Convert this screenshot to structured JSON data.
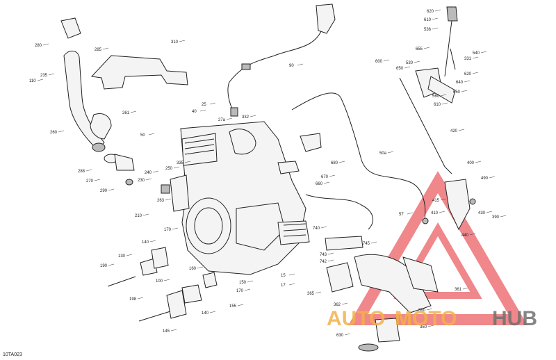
{
  "diagram": {
    "code": "10TA023",
    "callouts": [
      "280",
      "285",
      "310",
      "235",
      "110",
      "260",
      "261",
      "288",
      "270",
      "290",
      "40",
      "25",
      "27a",
      "332",
      "90",
      "50",
      "240",
      "250",
      "335",
      "230",
      "263",
      "210",
      "170",
      "140",
      "130",
      "190",
      "160",
      "100",
      "198",
      "150",
      "155",
      "140b",
      "145",
      "170b",
      "15",
      "17",
      "680",
      "670",
      "660",
      "50a",
      "57",
      "740",
      "745",
      "743",
      "742",
      "365",
      "362",
      "361",
      "360",
      "350",
      "630",
      "620",
      "610",
      "536",
      "540",
      "331",
      "655",
      "650",
      "530",
      "600",
      "620b",
      "640",
      "650b",
      "560",
      "610b",
      "420",
      "400",
      "490",
      "415",
      "410",
      "430",
      "390",
      "440"
    ],
    "watermark": {
      "part1": "AUTO",
      "part2": "MOTO",
      "part3": "HUB"
    },
    "colors": {
      "line": "#222222",
      "watermark_red": "#e3262d",
      "watermark_orange": "#f3b14a",
      "watermark_gray": "#707070"
    }
  }
}
